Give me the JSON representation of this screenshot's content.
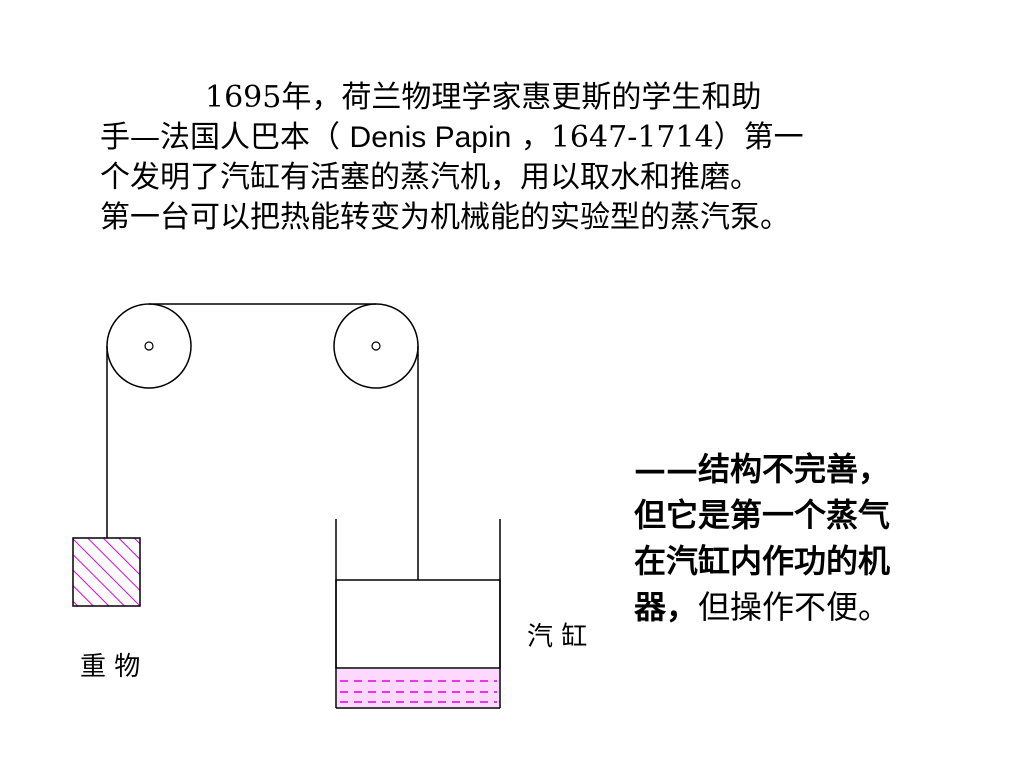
{
  "intro": {
    "line1": "1695年，荷兰物理学家惠更斯的学生和助",
    "line2_a": "手—法国人巴本（ ",
    "line2_name": "Denis Papin",
    "line2_b": " ，1647-1714）第一",
    "line3": "个发明了汽缸有活塞的蒸汽机，用以取水和推磨。",
    "line4": "第一台可以把热能转变为机械能的实验型的蒸汽泵。"
  },
  "note": {
    "line1": "——结构不完善，",
    "line2": "但它是第一个蒸气",
    "line3": "在汽缸内作功的机",
    "line4_bold": "器，",
    "line4_rest": "但操作不便。"
  },
  "diagram": {
    "weight_label": "重 物",
    "cylinder_label": "汽 缸",
    "colors": {
      "line": "#000000",
      "hatch": "#e000e0",
      "liquid": "#e000e0",
      "liquid_fill": "#ffd8ff"
    }
  }
}
